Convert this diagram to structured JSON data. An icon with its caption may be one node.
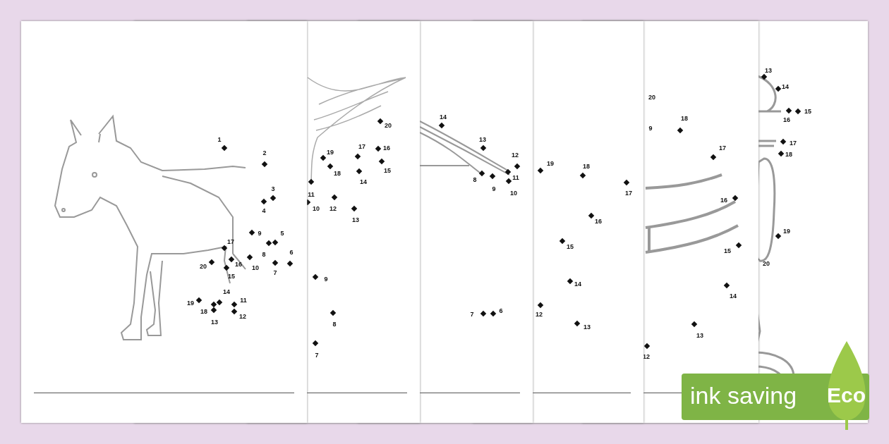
{
  "diagram": {
    "labels": [
      "1",
      "2",
      "3",
      "4",
      "5",
      "6",
      "7",
      "8",
      "9",
      "10",
      "11",
      "12",
      "13",
      "14",
      "15",
      "16",
      "17",
      "18",
      "19",
      "20",
      "7",
      "8",
      "9",
      "10",
      "11",
      "12",
      "13",
      "14",
      "15",
      "16",
      "17",
      "18",
      "19",
      "20",
      "6",
      "7",
      "8",
      "9",
      "10",
      "11",
      "12",
      "13",
      "14",
      "12",
      "13",
      "14",
      "15",
      "16",
      "17",
      "18",
      "19",
      "9",
      "12",
      "13",
      "14",
      "15",
      "16",
      "17",
      "18",
      "20",
      "13",
      "14",
      "15",
      "16",
      "17",
      "18",
      "19",
      "20",
      "ink saving",
      "Eco"
    ]
  }
}
